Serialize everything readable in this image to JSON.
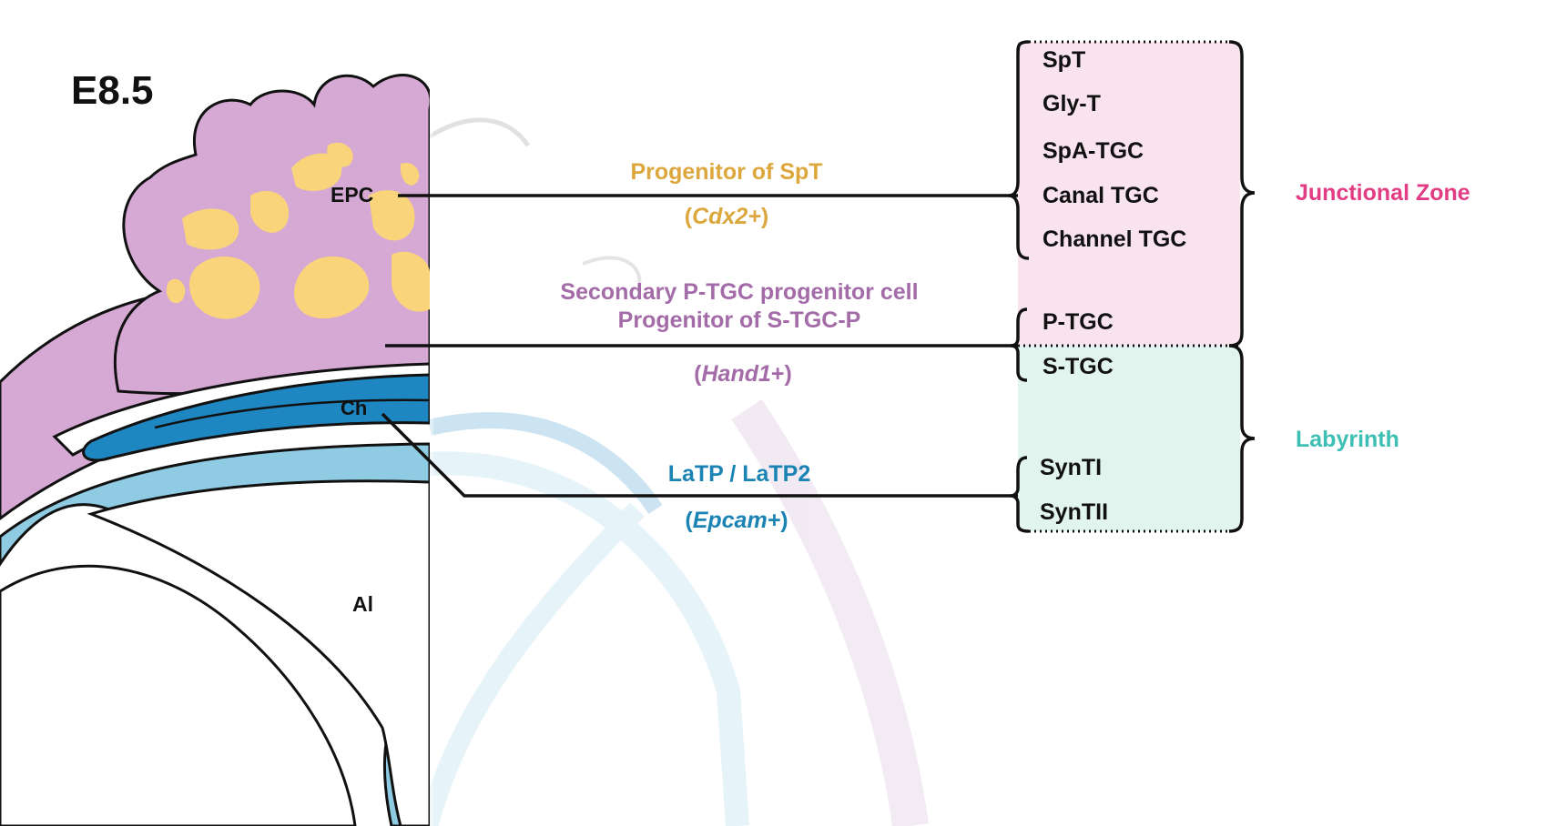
{
  "title": "E8.5",
  "anatomy": {
    "epc": "EPC",
    "ch": "Ch",
    "al": "Al"
  },
  "lineages": {
    "spt": {
      "name": "Progenitor of SpT",
      "marker_open": "(",
      "marker": "Cdx2+",
      "marker_close": ")"
    },
    "ptgc": {
      "name_line1": "Secondary P-TGC progenitor cell",
      "name_line2": "Progenitor of S-TGC-P",
      "marker_open": "(",
      "marker": "Hand1",
      "marker_plus": "+",
      "marker_close": ")"
    },
    "latp": {
      "name": "LaTP / LaTP2",
      "marker_open": "(",
      "marker": "Epcam+",
      "marker_close": ")"
    }
  },
  "cell_types": {
    "spt": "SpT",
    "glyt": "Gly-T",
    "spatgc": "SpA-TGC",
    "canal": "Canal TGC",
    "channel": "Channel TGC",
    "ptgc": "P-TGC",
    "stgc": "S-TGC",
    "synti": "SynTI",
    "syntii": "SynTII"
  },
  "zones": {
    "junctional": "Junctional Zone",
    "labyrinth": "Labyrinth"
  },
  "colors": {
    "purple": "#d6a9d4",
    "yellow": "#f9d47a",
    "dark_blue": "#1e86c1",
    "light_blue": "#8fcbe2",
    "gold_text": "#dca73c",
    "purple_text": "#a36ba8",
    "blue_text": "#1b84b4",
    "pink_zone": "#f8e3ee",
    "teal_zone": "#e1f4ee",
    "junctional_text": "#e23c84",
    "labyrinth_text": "#3dbfb4"
  }
}
